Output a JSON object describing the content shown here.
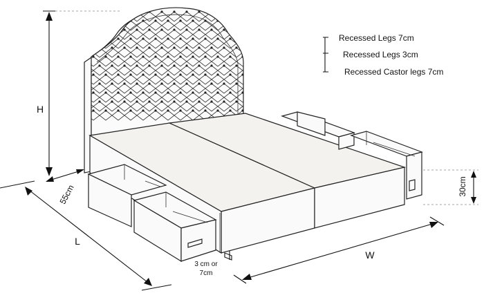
{
  "legend": {
    "items": [
      {
        "label": "Recessed Legs 7cm"
      },
      {
        "label": "Recessed Legs 3cm"
      },
      {
        "label": "Recessed Castor legs 7cm"
      }
    ]
  },
  "dimensions": {
    "height": "H",
    "length": "L",
    "width": "W",
    "drawer_depth": "55cm",
    "base_height": "30cm",
    "leg_height_line1": "3 cm or",
    "leg_height_line2": "7cm"
  }
}
